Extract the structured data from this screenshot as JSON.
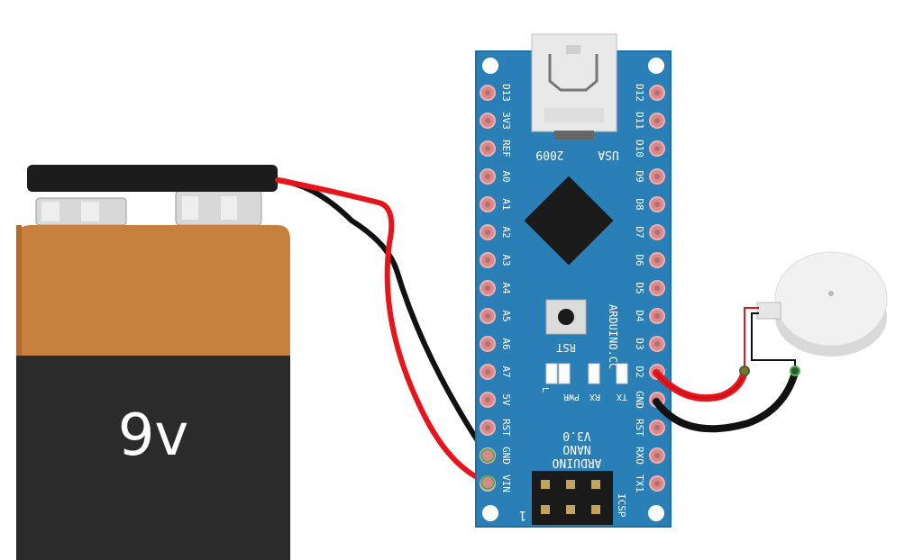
{
  "battery": {
    "label": "9v"
  },
  "arduino": {
    "left_pins": [
      "D13",
      "3V3",
      "REF",
      "A0",
      "A1",
      "A2",
      "A3",
      "A4",
      "A5",
      "A6",
      "A7",
      "5V",
      "RST",
      "GND",
      "VIN"
    ],
    "right_pins": [
      "D12",
      "D11",
      "D10",
      "D9",
      "D8",
      "D7",
      "D6",
      "D5",
      "D4",
      "D3",
      "D2",
      "GND",
      "RST",
      "RXO",
      "TX1"
    ],
    "usb_text": "USA",
    "year_text": "2009",
    "brand_text": "ARDUINO.CC",
    "reset_label": "RST",
    "leds": [
      "L",
      "PWR",
      "RX",
      "TX"
    ],
    "board_lines": [
      "ARDUINO",
      "NANO",
      "V3.0"
    ],
    "icsp_label": "ICSP",
    "pin1_mark": "1"
  },
  "colors": {
    "board": "#2a7fb6",
    "board_edge": "#1f6fa3",
    "pad": "#d98989",
    "wire_red": "#e8141b",
    "wire_black": "#111111",
    "battery_copper": "#c8803f",
    "battery_body": "#2b2b2b"
  }
}
